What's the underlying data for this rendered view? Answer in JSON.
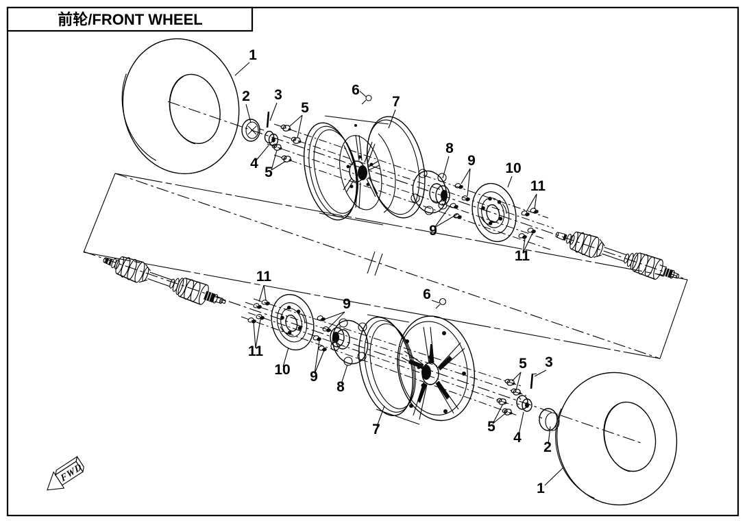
{
  "title": "前轮/FRONT WHEEL",
  "fwd": {
    "label": "FWD"
  },
  "callouts": [
    {
      "text": "1"
    },
    {
      "text": "2"
    },
    {
      "text": "3"
    },
    {
      "text": "5"
    },
    {
      "text": "4"
    },
    {
      "text": "5"
    },
    {
      "text": "6"
    },
    {
      "text": "7"
    },
    {
      "text": "8"
    },
    {
      "text": "9"
    },
    {
      "text": "10"
    },
    {
      "text": "11"
    },
    {
      "text": "9"
    },
    {
      "text": "11"
    },
    {
      "text": "11"
    },
    {
      "text": "9"
    },
    {
      "text": "6"
    },
    {
      "text": "11"
    },
    {
      "text": "10"
    },
    {
      "text": "9"
    },
    {
      "text": "8"
    },
    {
      "text": "7"
    },
    {
      "text": "5"
    },
    {
      "text": "3"
    },
    {
      "text": "5"
    },
    {
      "text": "4"
    },
    {
      "text": "2"
    },
    {
      "text": "1"
    }
  ]
}
